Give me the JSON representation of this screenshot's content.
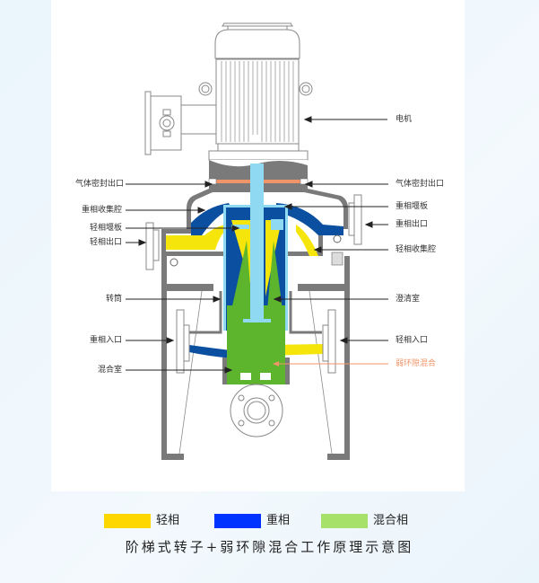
{
  "colors": {
    "light_phase": "#ffd700",
    "heavy_phase": "#0033ff",
    "mixed_phase": "#a6e26a",
    "shaft": "#8fd9f2",
    "diagram_yellow": "#f5e50a",
    "diagram_blue": "#0a4fa0",
    "diagram_green": "#5cb52c",
    "gas_seal": "#f0956a",
    "casing": "#7a7a7a"
  },
  "labels": {
    "motor": "电机",
    "gas_seal_outlet_left": "气体密封出口",
    "gas_seal_outlet_right": "气体密封出口",
    "heavy_collect_chamber": "重相收集腔",
    "light_weir": "轻相堰板",
    "light_outlet": "轻相出口",
    "heavy_weir": "重相堰板",
    "heavy_outlet": "重相出口",
    "light_collect_chamber": "轻相收集腔",
    "rotor_drum": "转筒",
    "clarifying_chamber": "澄清室",
    "heavy_inlet": "重相入口",
    "light_inlet": "轻相入口",
    "mixing_chamber": "混合室",
    "annular_gap_mixing": "弱环隙混合"
  },
  "legend": [
    {
      "label": "轻相",
      "color": "#ffd700"
    },
    {
      "label": "重相",
      "color": "#0033ff"
    },
    {
      "label": "混合相",
      "color": "#a6e26a"
    }
  ],
  "caption": "阶梯式转子+弱环隙混合工作原理示意图"
}
